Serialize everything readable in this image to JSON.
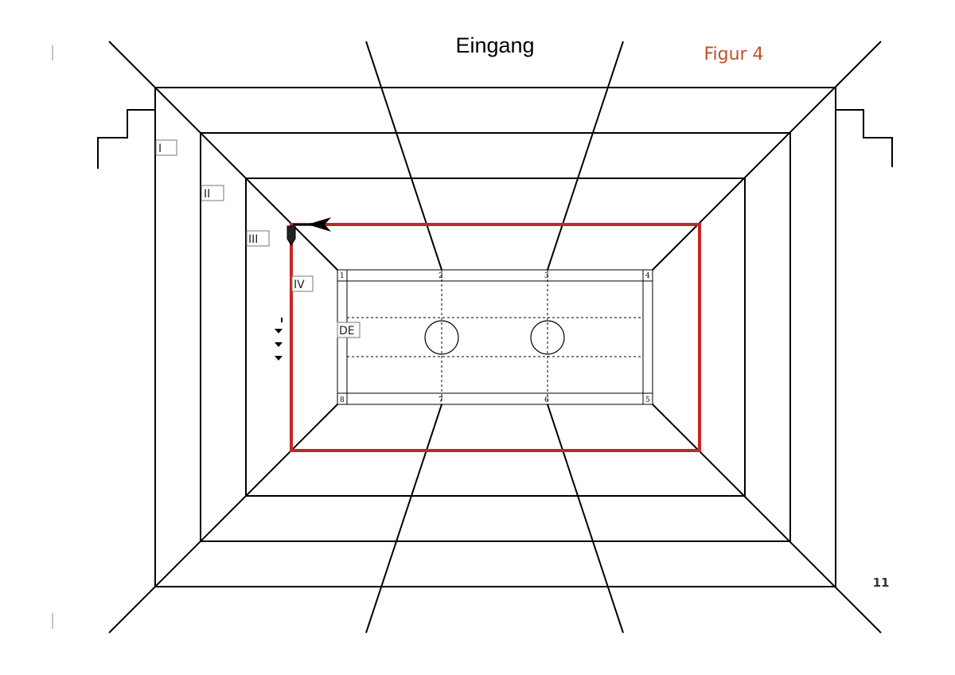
{
  "header": {
    "title": "Eingang",
    "figure": "Figur 4"
  },
  "page_number": "11",
  "colors": {
    "figure": "#c0502b",
    "path": "#d42020",
    "lines": "#000000"
  },
  "ring_labels": [
    "I",
    "II",
    "III",
    "IV"
  ],
  "court_label": "DE",
  "corner_numbers": [
    "1",
    "2",
    "3",
    "4",
    "5",
    "6",
    "7",
    "8"
  ],
  "icons": {
    "path_arrow": "arrow-left-icon",
    "start_marker": "marker-icon",
    "direction_marks": "triangle-down-icon"
  }
}
